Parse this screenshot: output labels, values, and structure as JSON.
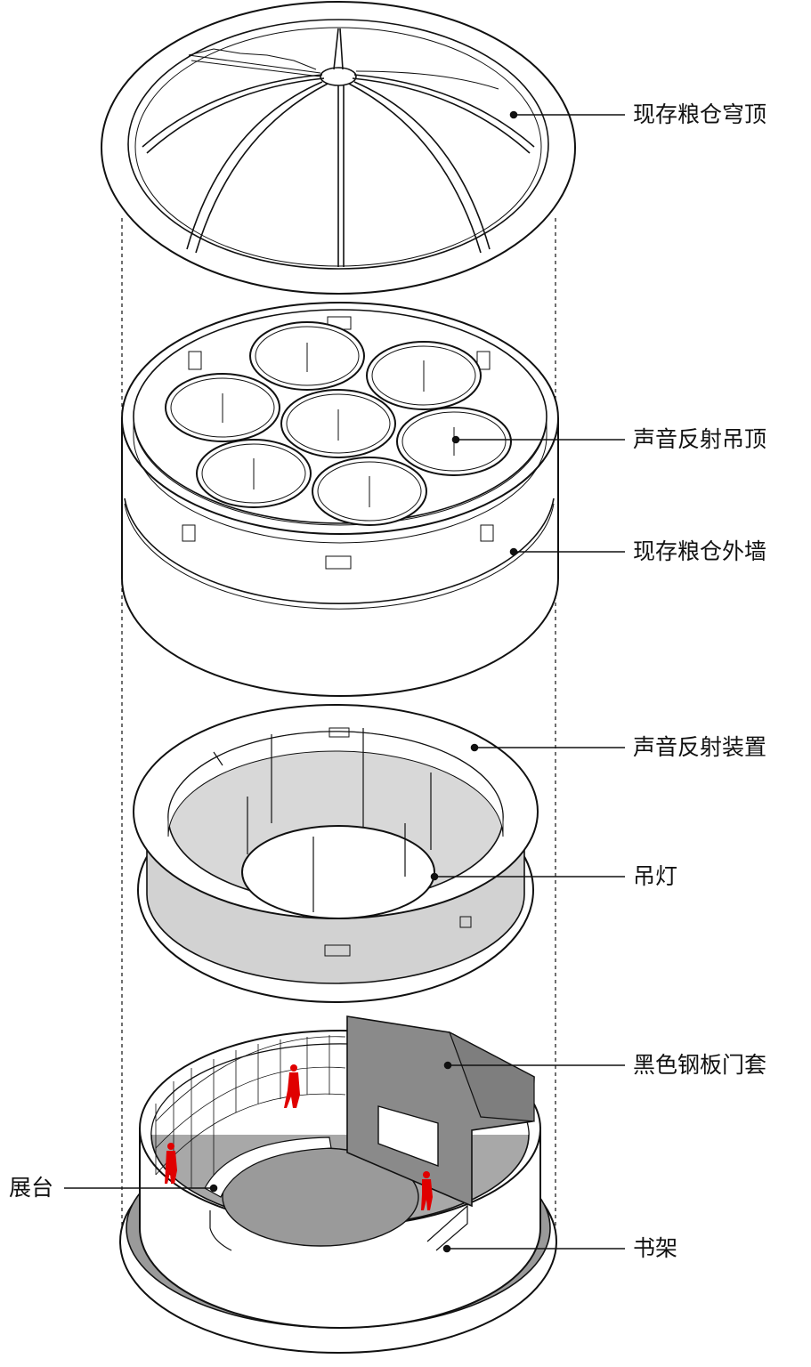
{
  "labels": {
    "dome": "现存粮仓穹顶",
    "ceiling": "声音反射吊顶",
    "outer_wall": "现存粮仓外墙",
    "reflector": "声音反射装置",
    "chandelier": "吊灯",
    "door_frame": "黑色钢板门套",
    "stage": "展台",
    "bookshelf": "书架"
  },
  "colors": {
    "line": "#111111",
    "gray_fill": "#cfcfcf",
    "dark_panel": "#8a8a8a",
    "figure": "#e00000"
  }
}
